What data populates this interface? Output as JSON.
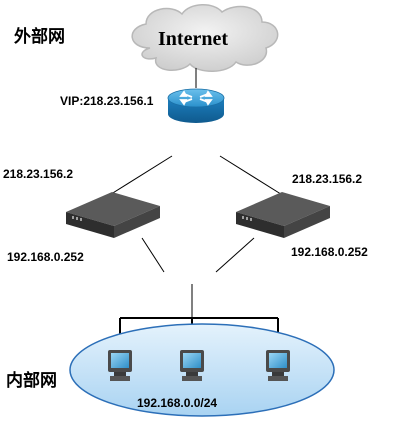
{
  "zones": {
    "outer": "外部网",
    "inner": "内部网"
  },
  "internet": {
    "label": "Internet"
  },
  "router": {
    "vip_label": "VIP:218.23.156.1",
    "icon": "router-icon"
  },
  "firewall_left": {
    "public_ip": "218.23.156.2",
    "private_ip": "192.168.0.252",
    "icon": "firewall-appliance-icon"
  },
  "firewall_right": {
    "public_ip": "218.23.156.2",
    "private_ip": "192.168.0.252",
    "icon": "firewall-appliance-icon"
  },
  "lan": {
    "subnet_label": "192.168.0.0/24",
    "hosts": [
      "computer-icon",
      "computer-icon",
      "computer-icon"
    ]
  },
  "colors": {
    "cloud_fill": "#dcdcdc",
    "cloud_stroke": "#b8b8b8",
    "router_blue": "#1e88c8",
    "lan_fill": "#c8e4f8",
    "lan_stroke": "#2c6fb8",
    "device_dark": "#3a3a3a"
  }
}
